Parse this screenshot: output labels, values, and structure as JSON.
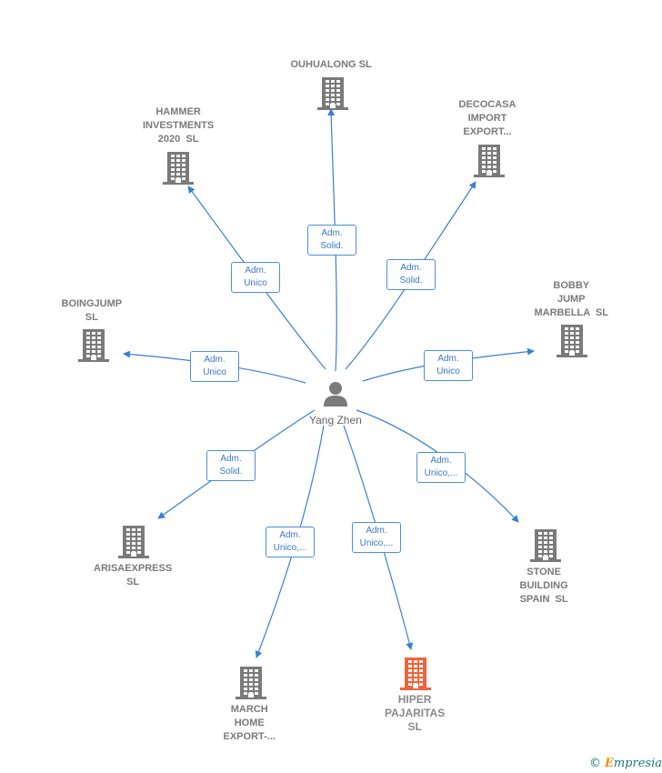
{
  "center": {
    "name": "Yang Zhen",
    "icon": "person-icon"
  },
  "colors": {
    "edge": "#3a7fd5",
    "building": "#7a7a7a",
    "highlight": "#f0643a",
    "role_border": "#4a90d9"
  },
  "companies": [
    {
      "id": "ouhualong",
      "label": "OUHUALONG SL",
      "role": [
        "Adm.",
        "Solid."
      ],
      "highlight": false
    },
    {
      "id": "hammer",
      "label": "HAMMER\nINVESTMENTS\n2020  SL",
      "role": [
        "Adm.",
        "Unico"
      ],
      "highlight": false
    },
    {
      "id": "decocasa",
      "label": "DECOCASA\nIMPORT\nEXPORT...",
      "role": [
        "Adm.",
        "Solid."
      ],
      "highlight": false
    },
    {
      "id": "boingjump",
      "label": "BOINGJUMP\nSL",
      "role": [
        "Adm.",
        "Unico"
      ],
      "highlight": false
    },
    {
      "id": "bobby",
      "label": "BOBBY\nJUMP\nMARBELLA  SL",
      "role": [
        "Adm.",
        "Unico"
      ],
      "highlight": false
    },
    {
      "id": "arisaexpress",
      "label": "ARISAEXPRESS\nSL",
      "role": [
        "Adm.",
        "Solid."
      ],
      "highlight": false
    },
    {
      "id": "stone",
      "label": "STONE\nBUILDING\nSPAIN  SL",
      "role": [
        "Adm.",
        "Unico,..."
      ],
      "highlight": false
    },
    {
      "id": "march",
      "label": "MARCH\nHOME\nEXPORT-...",
      "role": [
        "Adm.",
        "Unico,..."
      ],
      "highlight": false
    },
    {
      "id": "hiper",
      "label": "HIPER\nPAJARITAS\nSL",
      "role": [
        "Adm.",
        "Unico,..."
      ],
      "highlight": true
    }
  ],
  "brand": {
    "copyright": "©",
    "name": "Empresia"
  }
}
